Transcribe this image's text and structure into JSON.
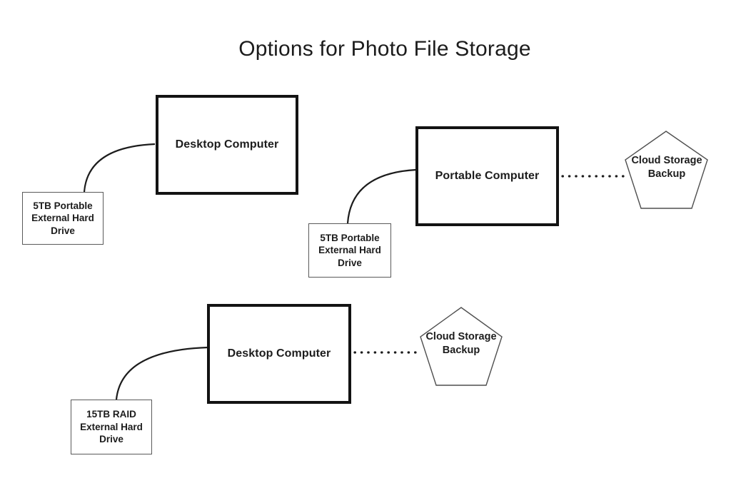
{
  "title": "Options for Photo File Storage",
  "colors": {
    "background": "#ffffff",
    "text": "#1c1c1c",
    "thick_box_border": "#131313",
    "thin_box_border": "#5a5a5a",
    "pentagon_stroke": "#4f4f4f",
    "connector": "#1c1c1c"
  },
  "nodes": {
    "desktop_computer_top": {
      "label": "Desktop Computer",
      "shape": "rectangle-thick"
    },
    "drive_5tb_left": {
      "label": "5TB Portable External Hard Drive",
      "shape": "rectangle-thin"
    },
    "portable_computer": {
      "label": "Portable Computer",
      "shape": "rectangle-thick"
    },
    "drive_5tb_middle": {
      "label": "5TB Portable External Hard Drive",
      "shape": "rectangle-thin"
    },
    "cloud_backup_top": {
      "label": "Cloud Storage Backup",
      "shape": "pentagon"
    },
    "desktop_computer_bottom": {
      "label": "Desktop Computer",
      "shape": "rectangle-thick"
    },
    "drive_15tb_raid": {
      "label": "15TB RAID External Hard Drive",
      "shape": "rectangle-thin"
    },
    "cloud_backup_bottom": {
      "label": "Cloud Storage Backup",
      "shape": "pentagon"
    }
  },
  "connections": [
    {
      "from": "drive_5tb_left",
      "to": "desktop_computer_top",
      "style": "solid-curve"
    },
    {
      "from": "drive_5tb_middle",
      "to": "portable_computer",
      "style": "solid-curve"
    },
    {
      "from": "portable_computer",
      "to": "cloud_backup_top",
      "style": "dotted"
    },
    {
      "from": "drive_15tb_raid",
      "to": "desktop_computer_bottom",
      "style": "solid-curve"
    },
    {
      "from": "desktop_computer_bottom",
      "to": "cloud_backup_bottom",
      "style": "dotted"
    }
  ]
}
